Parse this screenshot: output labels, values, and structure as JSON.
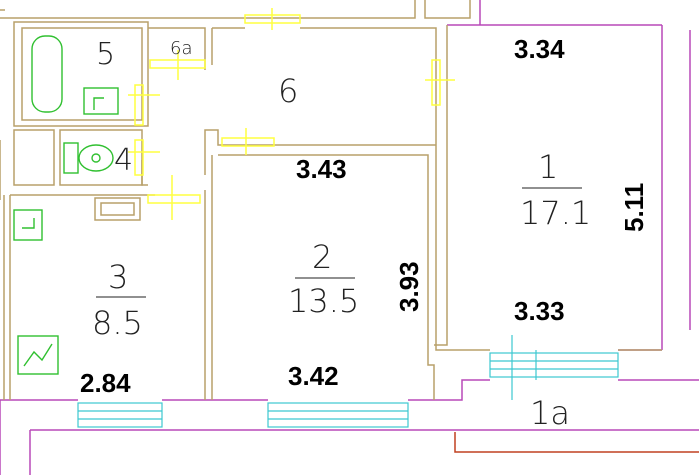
{
  "colors": {
    "wall": "#b8a06a",
    "outer_wall": "#b848b8",
    "window": "#3cc8d0",
    "door": "#ffff40",
    "fixture": "#30c030",
    "balcony_rail": "#c04020",
    "text": "#000000"
  },
  "icons": [
    "bathtub-icon",
    "sink-icon",
    "toilet-icon",
    "washbasin-icon",
    "stove-icon",
    "sink-small-icon"
  ],
  "rooms": [
    {
      "id": "room-1",
      "number": "1",
      "area": "17.1"
    },
    {
      "id": "room-2",
      "number": "2",
      "area": "13.5"
    },
    {
      "id": "room-3",
      "number": "3",
      "area": "8.5"
    },
    {
      "id": "room-4",
      "number": "4"
    },
    {
      "id": "room-5",
      "number": "5"
    },
    {
      "id": "room-6",
      "number": "6"
    },
    {
      "id": "room-6a",
      "number": "6a"
    },
    {
      "id": "balcony",
      "number": "1a"
    }
  ],
  "dimensions": {
    "room1_top": "3.34",
    "room1_side": "5.11",
    "room1_bottom": "3.33",
    "room2_top": "3.43",
    "room2_side": "3.93",
    "room2_bottom": "3.42",
    "room3_bottom": "2.84"
  }
}
